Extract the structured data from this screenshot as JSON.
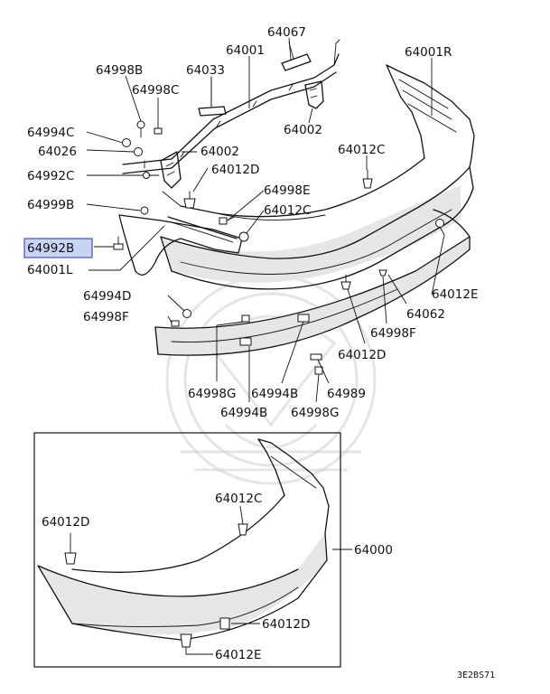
{
  "labels": {
    "p64067": "64067",
    "p64001_top": "64001",
    "p64033": "64033",
    "p64998B": "64998B",
    "p64998C": "64998C",
    "p64001R": "64001R",
    "p64994C": "64994C",
    "p64026": "64026",
    "p64002_a": "64002",
    "p64002_b": "64002",
    "p64992C": "64992C",
    "p64012D_a": "64012D",
    "p64012C_a": "64012C",
    "p64999B": "64999B",
    "p64998E": "64998E",
    "p64012C_b": "64012C",
    "p64992B": "64992B",
    "p64001L": "64001L",
    "p64012E_a": "64012E",
    "p64994D": "64994D",
    "p64062": "64062",
    "p64998F_a": "64998F",
    "p64998F_b": "64998F",
    "p64012D_b": "64012D",
    "p64998G_a": "64998G",
    "p64994B_a": "64994B",
    "p64989": "64989",
    "p64994B_b": "64994B",
    "p64998G_b": "64998G",
    "p64012C_c": "64012C",
    "p64012D_c": "64012D",
    "p64000": "64000",
    "p64012D_d": "64012D",
    "p64012E_b": "64012E",
    "diagram_code": "3E2BS71"
  },
  "highlight": {
    "part": "64992B",
    "color": "#c9d4f5"
  }
}
